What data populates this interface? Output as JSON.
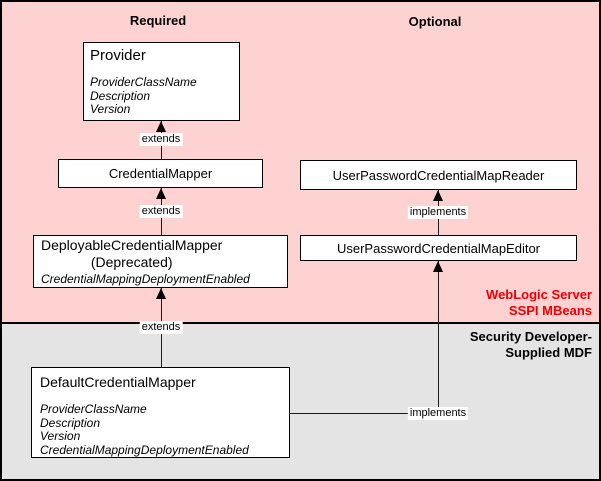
{
  "colors": {
    "top_bg": "#ffd2d2",
    "bottom_bg": "#e4e4e4",
    "accent_red": "#ee0000"
  },
  "diagram": {
    "headers": {
      "required": "Required",
      "optional": "Optional"
    },
    "region_labels": {
      "sspi_line1": "WebLogic Server",
      "sspi_line2": "SSPI MBeans",
      "mdf_line1": "Security Developer-",
      "mdf_line2": "Supplied MDF"
    },
    "boxes": {
      "provider": {
        "title": "Provider",
        "attributes": [
          "ProviderClassName",
          "Description",
          "Version"
        ]
      },
      "credential_mapper": {
        "title": "CredentialMapper"
      },
      "deployable_credential_mapper": {
        "title": "DeployableCredentialMapper",
        "subtitle": "(Deprecated)",
        "attributes": [
          "CredentialMappingDeploymentEnabled"
        ]
      },
      "user_password_credential_map_reader": {
        "title": "UserPasswordCredentialMapReader"
      },
      "user_password_credential_map_editor": {
        "title": "UserPasswordCredentialMapEditor"
      },
      "default_credential_mapper": {
        "title": "DefaultCredentialMapper",
        "attributes": [
          "ProviderClassName",
          "Description",
          "Version",
          "CredentialMappingDeploymentEnabled"
        ]
      }
    },
    "edge_labels": {
      "extends_provider": "extends",
      "extends_credential_mapper": "extends",
      "extends_deployable": "extends",
      "implements_reader": "implements",
      "implements_editor": "implements"
    }
  }
}
